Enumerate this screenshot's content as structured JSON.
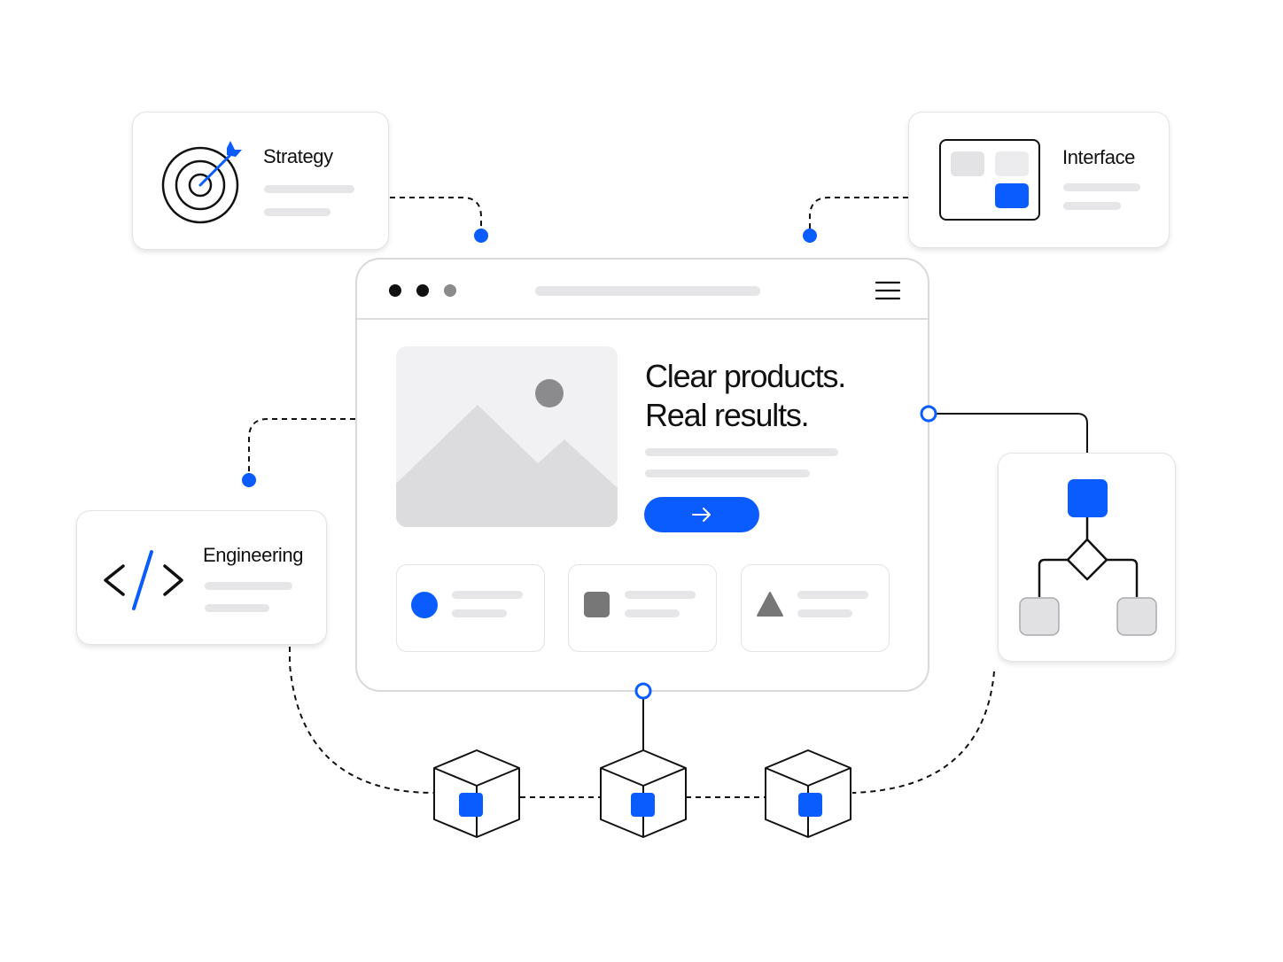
{
  "cards": {
    "strategy": {
      "title": "Strategy",
      "icon": "target-arrow-icon"
    },
    "interface": {
      "title": "Interface",
      "icon": "layout-grid-icon"
    },
    "engineering": {
      "title": "Engineering",
      "icon": "code-brackets-icon"
    },
    "flowchart": {
      "icon": "flowchart-icon"
    }
  },
  "browser": {
    "menu_icon": "hamburger-menu-icon",
    "headline_line1": "Clear products.",
    "headline_line2": "Real results.",
    "cta_icon": "arrow-right-icon",
    "feature_icons": [
      "circle-icon",
      "square-icon",
      "triangle-icon"
    ]
  },
  "nodes": {
    "icon": "cube-icon"
  },
  "colors": {
    "accent": "#0a5cff",
    "ink": "#111111",
    "placeholder": "#e6e6e9",
    "muted_shape": "#777777"
  }
}
